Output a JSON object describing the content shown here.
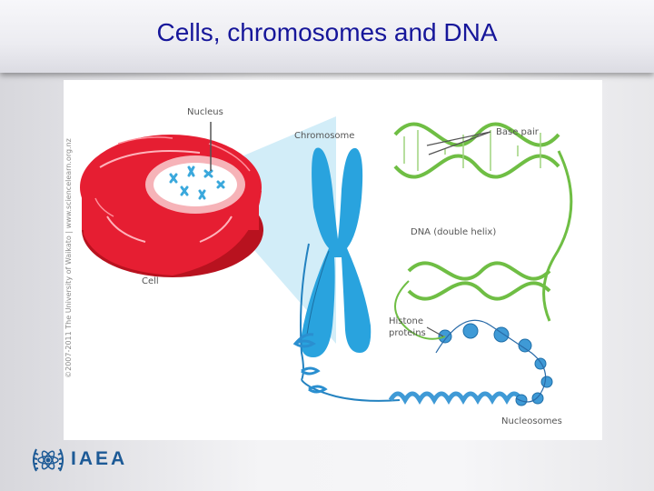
{
  "slide": {
    "title": "Cells, chromosomes and DNA"
  },
  "figure": {
    "credit": "©2007-2011 The University of Waikato | www.sciencelearn.org.nz",
    "labels": {
      "nucleus": "Nucleus",
      "chromosome": "Chromosome",
      "base_pair": "Base pair",
      "dna": "DNA (double helix)",
      "cell": "Cell",
      "histone_line1": "Histone",
      "histone_line2": "proteins",
      "nucleosomes": "Nucleosomes"
    },
    "colors": {
      "cell": "#e61e32",
      "chromosome": "#29a3de",
      "dna": "#6fbe44",
      "nucleosome": "#3f9ad6"
    }
  },
  "footer": {
    "org": "IAEA",
    "logo_icon": "iaea-emblem-icon"
  }
}
